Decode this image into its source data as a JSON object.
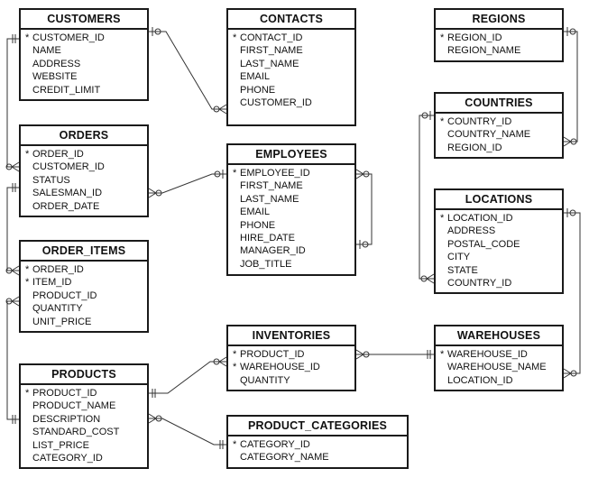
{
  "tables": [
    {
      "key": "customers",
      "title": "CUSTOMERS",
      "columns": [
        {
          "name": "CUSTOMER_ID",
          "key": true
        },
        {
          "name": "NAME"
        },
        {
          "name": "ADDRESS"
        },
        {
          "name": "WEBSITE"
        },
        {
          "name": "CREDIT_LIMIT"
        }
      ]
    },
    {
      "key": "contacts",
      "title": "CONTACTS",
      "columns": [
        {
          "name": "CONTACT_ID",
          "key": true
        },
        {
          "name": "FIRST_NAME"
        },
        {
          "name": "LAST_NAME"
        },
        {
          "name": "EMAIL"
        },
        {
          "name": "PHONE"
        },
        {
          "name": "CUSTOMER_ID"
        }
      ]
    },
    {
      "key": "regions",
      "title": "REGIONS",
      "columns": [
        {
          "name": "REGION_ID",
          "key": true
        },
        {
          "name": "REGION_NAME"
        }
      ]
    },
    {
      "key": "countries",
      "title": "COUNTRIES",
      "columns": [
        {
          "name": "COUNTRY_ID",
          "key": true
        },
        {
          "name": "COUNTRY_NAME"
        },
        {
          "name": "REGION_ID"
        }
      ]
    },
    {
      "key": "orders",
      "title": "ORDERS",
      "columns": [
        {
          "name": "ORDER_ID",
          "key": true
        },
        {
          "name": "CUSTOMER_ID"
        },
        {
          "name": "STATUS"
        },
        {
          "name": "SALESMAN_ID"
        },
        {
          "name": "ORDER_DATE"
        }
      ]
    },
    {
      "key": "employees",
      "title": "EMPLOYEES",
      "columns": [
        {
          "name": "EMPLOYEE_ID",
          "key": true
        },
        {
          "name": "FIRST_NAME"
        },
        {
          "name": "LAST_NAME"
        },
        {
          "name": "EMAIL"
        },
        {
          "name": "PHONE"
        },
        {
          "name": "HIRE_DATE"
        },
        {
          "name": "MANAGER_ID"
        },
        {
          "name": "JOB_TITLE"
        }
      ]
    },
    {
      "key": "locations",
      "title": "LOCATIONS",
      "columns": [
        {
          "name": "LOCATION_ID",
          "key": true
        },
        {
          "name": "ADDRESS"
        },
        {
          "name": "POSTAL_CODE"
        },
        {
          "name": "CITY"
        },
        {
          "name": "STATE"
        },
        {
          "name": "COUNTRY_ID"
        }
      ]
    },
    {
      "key": "order_items",
      "title": "ORDER_ITEMS",
      "columns": [
        {
          "name": "ORDER_ID",
          "key": true
        },
        {
          "name": "ITEM_ID",
          "key": true
        },
        {
          "name": "PRODUCT_ID"
        },
        {
          "name": "QUANTITY"
        },
        {
          "name": "UNIT_PRICE"
        }
      ]
    },
    {
      "key": "inventories",
      "title": "INVENTORIES",
      "columns": [
        {
          "name": "PRODUCT_ID",
          "key": true
        },
        {
          "name": "WAREHOUSE_ID",
          "key": true
        },
        {
          "name": "QUANTITY"
        }
      ]
    },
    {
      "key": "warehouses",
      "title": "WAREHOUSES",
      "columns": [
        {
          "name": "WAREHOUSE_ID",
          "key": true
        },
        {
          "name": "WAREHOUSE_NAME"
        },
        {
          "name": "LOCATION_ID"
        }
      ]
    },
    {
      "key": "products",
      "title": "PRODUCTS",
      "columns": [
        {
          "name": "PRODUCT_ID",
          "key": true
        },
        {
          "name": "PRODUCT_NAME"
        },
        {
          "name": "DESCRIPTION"
        },
        {
          "name": "STANDARD_COST"
        },
        {
          "name": "LIST_PRICE"
        },
        {
          "name": "CATEGORY_ID"
        }
      ]
    },
    {
      "key": "product_categories",
      "title": "PRODUCT_CATEGORIES",
      "columns": [
        {
          "name": "CATEGORY_ID",
          "key": true
        },
        {
          "name": "CATEGORY_NAME"
        }
      ]
    }
  ],
  "relationships": [
    {
      "from": "customers",
      "to": "contacts",
      "from_end": "one",
      "to_end": "many"
    },
    {
      "from": "customers",
      "to": "orders",
      "from_end": "one",
      "to_end": "many"
    },
    {
      "from": "orders",
      "to": "order_items",
      "from_end": "one",
      "to_end": "many"
    },
    {
      "from": "employees",
      "to": "orders",
      "from_end": "one",
      "to_end": "many"
    },
    {
      "from": "employees",
      "to": "employees",
      "from_end": "one",
      "to_end": "many"
    },
    {
      "from": "regions",
      "to": "countries",
      "from_end": "one",
      "to_end": "many"
    },
    {
      "from": "countries",
      "to": "locations",
      "from_end": "one",
      "to_end": "many"
    },
    {
      "from": "locations",
      "to": "warehouses",
      "from_end": "one",
      "to_end": "many"
    },
    {
      "from": "warehouses",
      "to": "inventories",
      "from_end": "one",
      "to_end": "many"
    },
    {
      "from": "products",
      "to": "inventories",
      "from_end": "one",
      "to_end": "many"
    },
    {
      "from": "products",
      "to": "order_items",
      "from_end": "one",
      "to_end": "many"
    },
    {
      "from": "product_categories",
      "to": "products",
      "from_end": "one",
      "to_end": "many"
    }
  ],
  "key_marker": "*"
}
